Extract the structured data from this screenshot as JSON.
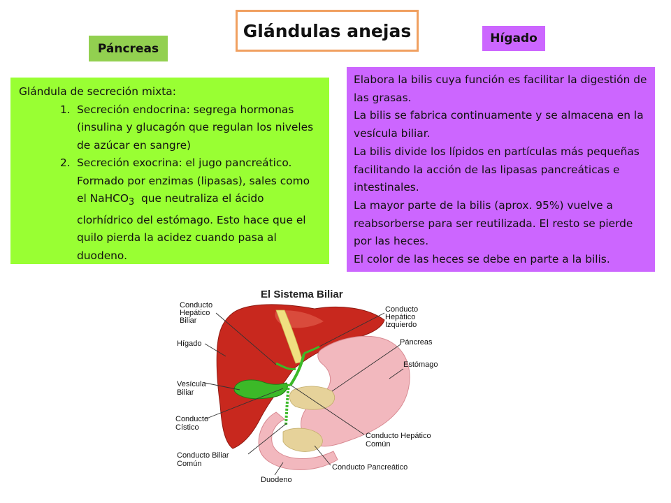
{
  "title": "Glándulas anejas",
  "pancreas": {
    "label": "Páncreas",
    "intro": "Glándula de secreción mixta:",
    "items": [
      {
        "num": "1.",
        "text": "Secreción endocrina: segrega hormonas (insulina y glucagón que regulan los niveles de azúcar en sangre)"
      },
      {
        "num": "2.",
        "text_before": "Secreción exocrina: el jugo pancreático. Formado por enzimas (lipasas), sales como el NaHCO",
        "subscript": "3",
        "text_after": "  que neutraliza el ácido clorhídrico del estómago. Esto hace que el quilo pierda la acidez cuando pasa al duodeno."
      }
    ]
  },
  "higado": {
    "label": "Hígado",
    "paragraphs": [
      "Elabora la bilis cuya función es facilitar la digestión de las grasas.",
      "La bilis se fabrica continuamente y se almacena en la vesícula biliar.",
      "La bilis divide los lípidos en partículas más pequeñas facilitando la acción de las lipasas pancreáticas e intestinales.",
      "La mayor parte de la bilis (aprox. 95%) vuelve a reabsorberse para ser reutilizada. El resto se pierde por las heces.",
      "El color de las heces se debe en parte a la bilis."
    ]
  },
  "diagram": {
    "title": "El Sistema Biliar",
    "labels": {
      "conducto_hepatico_biliar": [
        "Conducto",
        "Hepático",
        "Biliar"
      ],
      "higado": "Hígado",
      "vesicula_biliar": [
        "Vesícula",
        "Biliar"
      ],
      "conducto_cistico": [
        "Conducto",
        "Cístico"
      ],
      "conducto_biliar_comun": [
        "Conducto Biliar",
        "Común"
      ],
      "duodeno": "Duodeno",
      "conducto_hepatico_izquierdo": [
        "Conducto",
        "Hepático",
        "Izquierdo"
      ],
      "pancreas": "Páncreas",
      "estomago": "Estómago",
      "conducto_hepatico_comun": [
        "Conducto Hepático",
        "Común"
      ],
      "conducto_pancreatico": "Conducto Pancreático"
    },
    "colors": {
      "liver": "#c8281e",
      "stomach": "#f2b8be",
      "gallbladder": "#3cb928",
      "pancreas_tissue": "#e6d29a",
      "fat": "#f0e080"
    }
  }
}
